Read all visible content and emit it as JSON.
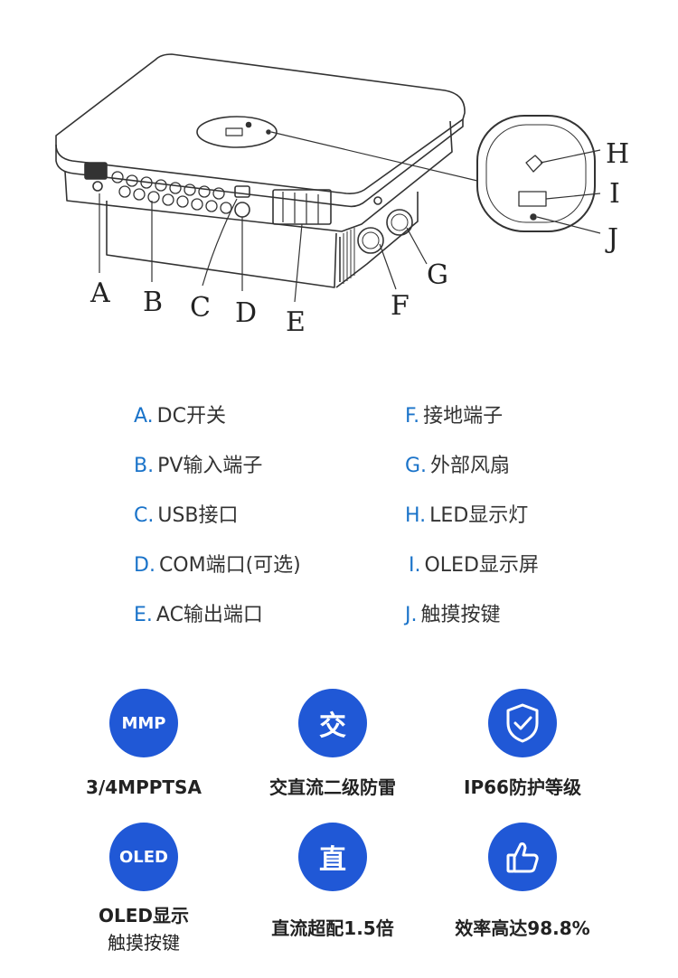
{
  "diagram": {
    "callouts": [
      "A",
      "B",
      "C",
      "D",
      "E",
      "F",
      "G",
      "H",
      "I",
      "J"
    ]
  },
  "legend": {
    "left": [
      {
        "key": "A.",
        "text": "DC开关"
      },
      {
        "key": "B.",
        "text": "PV输入端子"
      },
      {
        "key": "C.",
        "text": "USB接口"
      },
      {
        "key": "D.",
        "text": "COM端口(可选)"
      },
      {
        "key": "E.",
        "text": "AC输出端口"
      }
    ],
    "right": [
      {
        "key": "F.",
        "text": "接地端子"
      },
      {
        "key": "G.",
        "text": "外部风扇"
      },
      {
        "key": "H.",
        "text": "LED显示灯"
      },
      {
        "key": "I.",
        "text": "OLED显示屏"
      },
      {
        "key": "J.",
        "text": "触摸按键"
      }
    ]
  },
  "features": [
    {
      "icon_text": "MMP",
      "label": "3/4MPPTSA"
    },
    {
      "icon_text": "交",
      "label": "交直流二级防雷"
    },
    {
      "icon": "shield-check-icon",
      "label": "IP66防护等级"
    },
    {
      "icon_text": "OLED",
      "label_line1": "OLED显示",
      "label_line2": "触摸按键"
    },
    {
      "icon_text": "直",
      "label": "直流超配1.5倍"
    },
    {
      "icon": "thumbs-up-icon",
      "label": "效率高达98.8%"
    }
  ],
  "colors": {
    "accent": "#2058d6",
    "legend_key": "#1a73c9"
  }
}
